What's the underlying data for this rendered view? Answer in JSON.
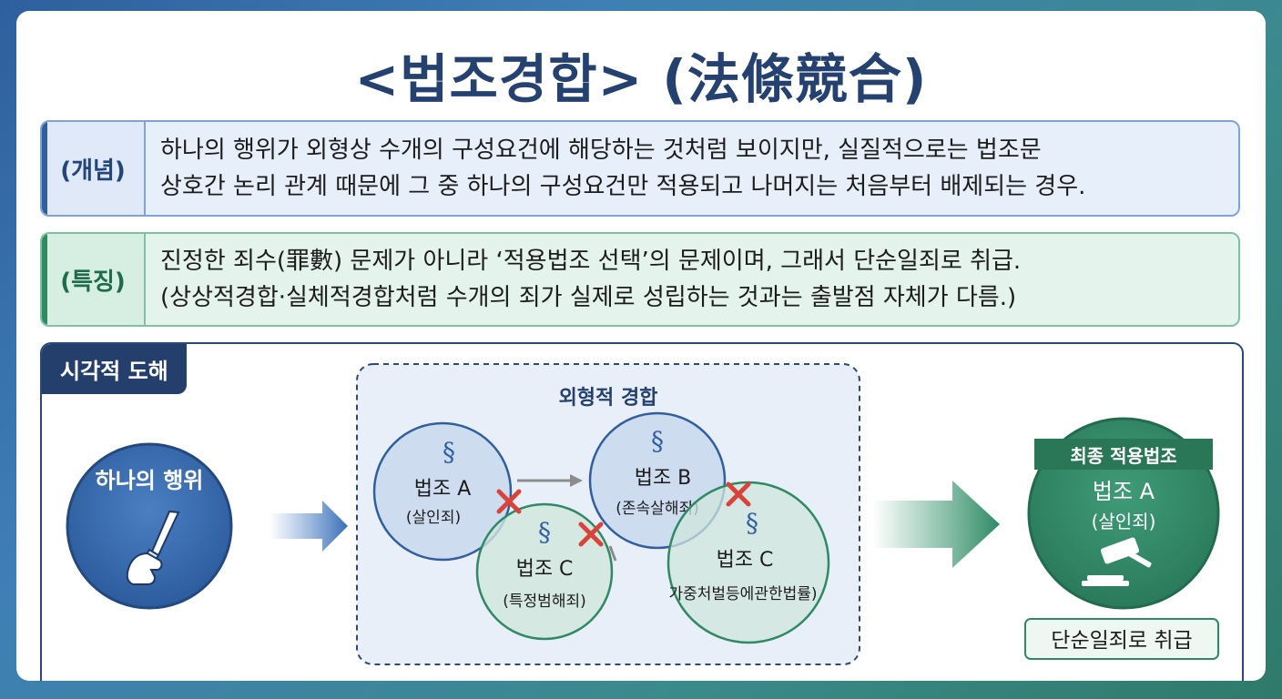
{
  "title": "<법조경합> (法條競合)",
  "concept": {
    "tag": "(개념)",
    "line1": "하나의 행위가 외형상 수개의 구성요건에 해당하는 것처럼 보이지만, 실질적으로는 법조문",
    "line2": "상호간 논리 관계 때문에 그 중 하나의 구성요건만 적용되고 나머지는 처음부터 배제되는 경우."
  },
  "feature": {
    "tag": "(특징)",
    "line1": "진정한 죄수(罪數) 문제가 아니라 ‘적용법조 선택’의 문제이며, 그래서 단순일죄로 취급.",
    "line2": "(상상적경합·실체적경합처럼 수개의 죄가 실제로 성립하는 것과는 출발점 자체가 다름.)"
  },
  "visual": {
    "tag": "시각적 도해",
    "act_label": "하나의 행위",
    "group_label": "외형적 경합",
    "laws": {
      "a": {
        "symbol": "§",
        "name": "법조 A",
        "crime": "(살인죄)"
      },
      "b": {
        "symbol": "§",
        "name": "법조 B",
        "crime": "(존속살해죄)"
      },
      "c1": {
        "symbol": "§",
        "name": "법조 C",
        "crime": "(특정범해죄)"
      },
      "c2": {
        "symbol": "§",
        "name": "법조 C",
        "crime": "가중처벌등에관한법률)"
      }
    },
    "final": {
      "header": "최종 적용법조",
      "name": "법조 A",
      "crime": "(살인죄)"
    },
    "result": "단순일죄로 취급"
  },
  "colors": {
    "navy": "#243f6c",
    "blue": "#2f5f9e",
    "green": "#2f8a64",
    "cross": "#d9443a"
  },
  "icons": [
    "knife-hand-icon",
    "gavel-icon",
    "cross-mark-icon",
    "arrow-icon"
  ]
}
